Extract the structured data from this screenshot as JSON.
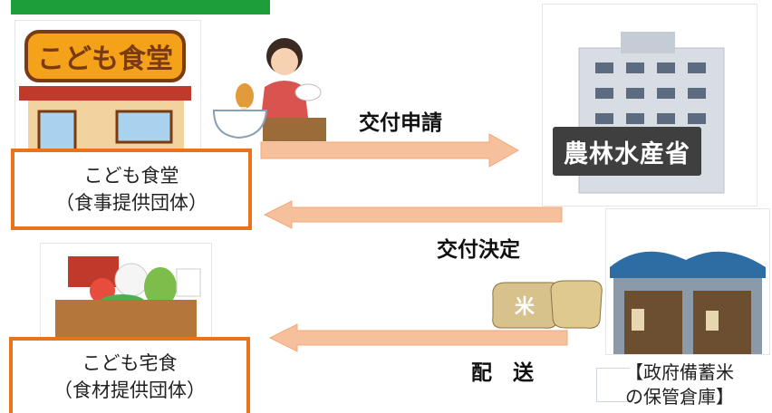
{
  "diagram": {
    "shop_sign": "こども食堂",
    "cafeteria_box": {
      "line1": "こども食堂",
      "line2": "（食事提供団体）"
    },
    "delivery_box": {
      "line1": "こども宅食",
      "line2": "（食材提供団体）"
    },
    "ministry_sign": "農林水産省",
    "arrow_apply_label": "交付申請",
    "arrow_decision_label": "交付決定",
    "arrow_delivery_label": "配　送",
    "rice_bag_text": "米",
    "warehouse_label": {
      "line1": "【政府備蓄米",
      "line2": "の保管倉庫】"
    },
    "colors": {
      "orange": "#e8731a",
      "arrow": "#f7c09c",
      "banner": "#1e9e3a",
      "sign": "#3f3f3f"
    }
  }
}
